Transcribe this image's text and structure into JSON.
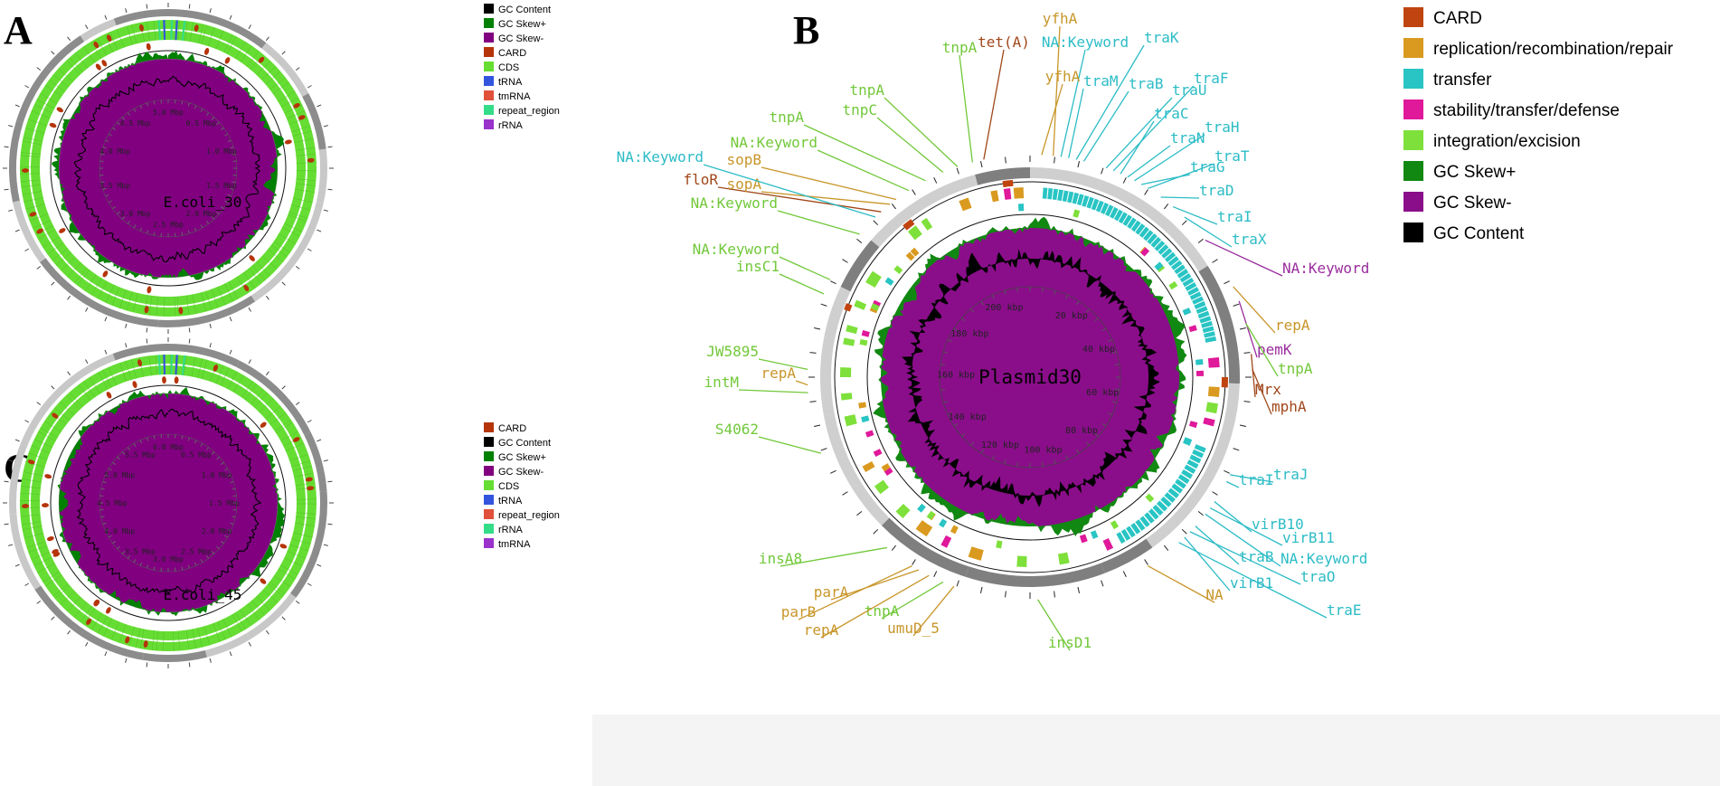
{
  "panels": [
    {
      "id": "A",
      "letter": "A",
      "title": "E.coli_30",
      "tick_labels": [
        "5.0 Mbp",
        "0.5 Mbp",
        "1.0 Mbp",
        "1.5 Mbp",
        "2.0 Mbp",
        "2.5 Mbp",
        "3.0 Mbp",
        "3.5 Mbp",
        "4.0 Mbp",
        "4.5 Mbp"
      ],
      "legend": [
        {
          "label": "GC Content",
          "color": "#000000"
        },
        {
          "label": "GC Skew+",
          "color": "#008000"
        },
        {
          "label": "GC Skew-",
          "color": "#800080"
        },
        {
          "label": "CARD",
          "color": "#b5340a"
        },
        {
          "label": "CDS",
          "color": "#66dd33"
        },
        {
          "label": "tRNA",
          "color": "#3355dd"
        },
        {
          "label": "tmRNA",
          "color": "#e0503a"
        },
        {
          "label": "repeat_region",
          "color": "#33dd88"
        },
        {
          "label": "rRNA",
          "color": "#9933cc"
        }
      ]
    },
    {
      "id": "C",
      "letter": "C",
      "title": "E.coli_45",
      "tick_labels": [
        "6.0 Mbp",
        "0.5 Mbp",
        "1.0 Mbp",
        "1.5 Mbp",
        "2.0 Mbp",
        "2.5 Mbp",
        "3.0 Mbp",
        "3.5 Mbp",
        "4.0 Mbp",
        "4.5 Mbp",
        "5.0 Mbp",
        "5.5 Mbp"
      ],
      "legend": [
        {
          "label": "CARD",
          "color": "#b5340a"
        },
        {
          "label": "GC Content",
          "color": "#000000"
        },
        {
          "label": "GC Skew+",
          "color": "#008000"
        },
        {
          "label": "GC Skew-",
          "color": "#800080"
        },
        {
          "label": "CDS",
          "color": "#66dd33"
        },
        {
          "label": "tRNA",
          "color": "#3355dd"
        },
        {
          "label": "repeat_region",
          "color": "#e0503a"
        },
        {
          "label": "rRNA",
          "color": "#33dd88"
        },
        {
          "label": "tmRNA",
          "color": "#9933cc"
        }
      ]
    },
    {
      "id": "B",
      "letter": "B",
      "title": "Plasmid30",
      "tick_labels": [
        "20 kbp",
        "40 kbp",
        "60 kbp",
        "80 kbp",
        "100 kbp",
        "120 kbp",
        "140 kbp",
        "160 kbp",
        "180 kbp",
        "200 kbp"
      ],
      "legend": [
        {
          "label": "CARD",
          "color": "#c0440f"
        },
        {
          "label": "replication/recombination/repair",
          "color": "#d99a1f"
        },
        {
          "label": "transfer",
          "color": "#29c4c4"
        },
        {
          "label": "stability/transfer/defense",
          "color": "#e0189a"
        },
        {
          "label": "integration/excision",
          "color": "#7ee03a"
        },
        {
          "label": "GC Skew+",
          "color": "#118811"
        },
        {
          "label": "GC Skew-",
          "color": "#8a0e8a"
        },
        {
          "label": "GC Content",
          "color": "#000000"
        }
      ],
      "gene_labels": [
        {
          "text": "yfhA",
          "category": "replication"
        },
        {
          "text": "NA:Keyword",
          "category": "transfer"
        },
        {
          "text": "traK",
          "category": "transfer"
        },
        {
          "text": "yfhA",
          "category": "replication"
        },
        {
          "text": "traM",
          "category": "transfer"
        },
        {
          "text": "traB",
          "category": "transfer"
        },
        {
          "text": "traF",
          "category": "transfer"
        },
        {
          "text": "traU",
          "category": "transfer"
        },
        {
          "text": "traC",
          "category": "transfer"
        },
        {
          "text": "traH",
          "category": "transfer"
        },
        {
          "text": "traN",
          "category": "transfer"
        },
        {
          "text": "traT",
          "category": "transfer"
        },
        {
          "text": "traG",
          "category": "transfer"
        },
        {
          "text": "traD",
          "category": "transfer"
        },
        {
          "text": "traI",
          "category": "transfer"
        },
        {
          "text": "traX",
          "category": "transfer"
        },
        {
          "text": "NA:Keyword",
          "category": "stability"
        },
        {
          "text": "repA",
          "category": "replication"
        },
        {
          "text": "pemK",
          "category": "stability"
        },
        {
          "text": "tnpA",
          "category": "integration"
        },
        {
          "text": "Mrx",
          "category": "card"
        },
        {
          "text": "mphA",
          "category": "card"
        },
        {
          "text": "traI",
          "category": "transfer"
        },
        {
          "text": "traJ",
          "category": "transfer"
        },
        {
          "text": "virB10",
          "category": "transfer"
        },
        {
          "text": "virB11",
          "category": "transfer"
        },
        {
          "text": "NA:Keyword",
          "category": "transfer"
        },
        {
          "text": "traB",
          "category": "transfer"
        },
        {
          "text": "traO",
          "category": "transfer"
        },
        {
          "text": "virB1",
          "category": "transfer"
        },
        {
          "text": "traE",
          "category": "transfer"
        },
        {
          "text": "NA",
          "category": "replication"
        },
        {
          "text": "insD1",
          "category": "integration"
        },
        {
          "text": "umuD_5",
          "category": "replication"
        },
        {
          "text": "tnpA",
          "category": "integration"
        },
        {
          "text": "repA",
          "category": "replication"
        },
        {
          "text": "parA",
          "category": "replication"
        },
        {
          "text": "parB",
          "category": "replication"
        },
        {
          "text": "insA8",
          "category": "integration"
        },
        {
          "text": "S4062",
          "category": "integration"
        },
        {
          "text": "intM",
          "category": "integration"
        },
        {
          "text": "repA",
          "category": "replication"
        },
        {
          "text": "JW5895",
          "category": "integration"
        },
        {
          "text": "insC1",
          "category": "integration"
        },
        {
          "text": "NA:Keyword",
          "category": "integration"
        },
        {
          "text": "NA:Keyword",
          "category": "integration"
        },
        {
          "text": "floR",
          "category": "card"
        },
        {
          "text": "sopA",
          "category": "replication"
        },
        {
          "text": "sopB",
          "category": "replication"
        },
        {
          "text": "NA:Keyword",
          "category": "transfer"
        },
        {
          "text": "NA:Keyword",
          "category": "integration"
        },
        {
          "text": "tnpA",
          "category": "integration"
        },
        {
          "text": "tnpC",
          "category": "integration"
        },
        {
          "text": "tnpA",
          "category": "integration"
        },
        {
          "text": "tnpA",
          "category": "integration"
        },
        {
          "text": "tet(A)",
          "category": "card"
        }
      ]
    }
  ],
  "category_colors": {
    "card": "#a0471a",
    "replication": "#c8962a",
    "transfer": "#2cbcc6",
    "stability": "#9a2d9e",
    "integration": "#72c83a"
  }
}
